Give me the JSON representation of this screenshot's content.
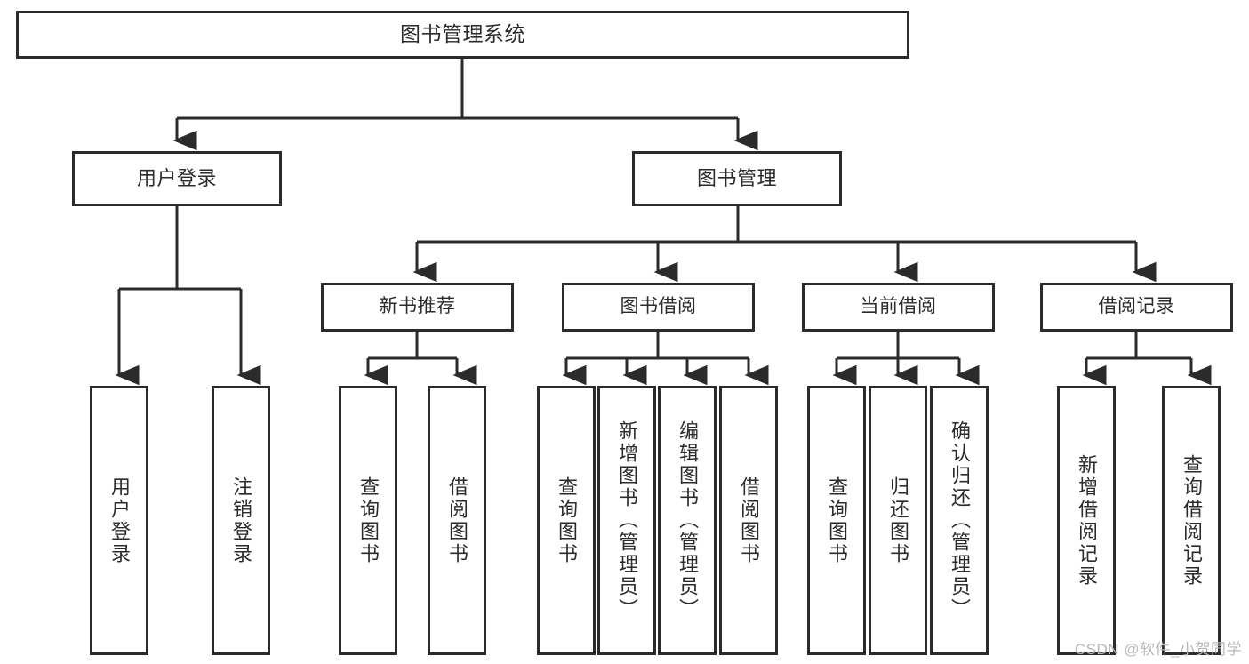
{
  "diagram": {
    "title": "图书管理系统",
    "type": "tree",
    "watermark": "CSDN @软件_小贺同学",
    "colors": {
      "box_border": "#2b2b2b",
      "box_fill": "#ffffff",
      "connector": "#2b2b2b",
      "text": "#2b2b2b",
      "watermark": "#b8b8b8"
    },
    "nodes": {
      "root": {
        "label": "图书管理系统"
      },
      "level2": [
        {
          "label": "用户登录"
        },
        {
          "label": "图书管理"
        }
      ],
      "level3": [
        {
          "label": "新书推荐"
        },
        {
          "label": "图书借阅"
        },
        {
          "label": "当前借阅"
        },
        {
          "label": "借阅记录"
        }
      ],
      "leaves": {
        "user_login": [
          {
            "label": "用户登录"
          },
          {
            "label": "注销登录"
          }
        ],
        "new_book_recommend": [
          {
            "label": "查询图书"
          },
          {
            "label": "借阅图书"
          }
        ],
        "book_borrow": [
          {
            "label": "查询图书"
          },
          {
            "label": "新增图书（管理员）"
          },
          {
            "label": "编辑图书（管理员）"
          },
          {
            "label": "借阅图书"
          }
        ],
        "current_borrow": [
          {
            "label": "查询图书"
          },
          {
            "label": "归还图书"
          },
          {
            "label": "确认归还（管理员）"
          }
        ],
        "borrow_record": [
          {
            "label": "新增借阅记录"
          },
          {
            "label": "查询借阅记录"
          }
        ]
      }
    }
  }
}
